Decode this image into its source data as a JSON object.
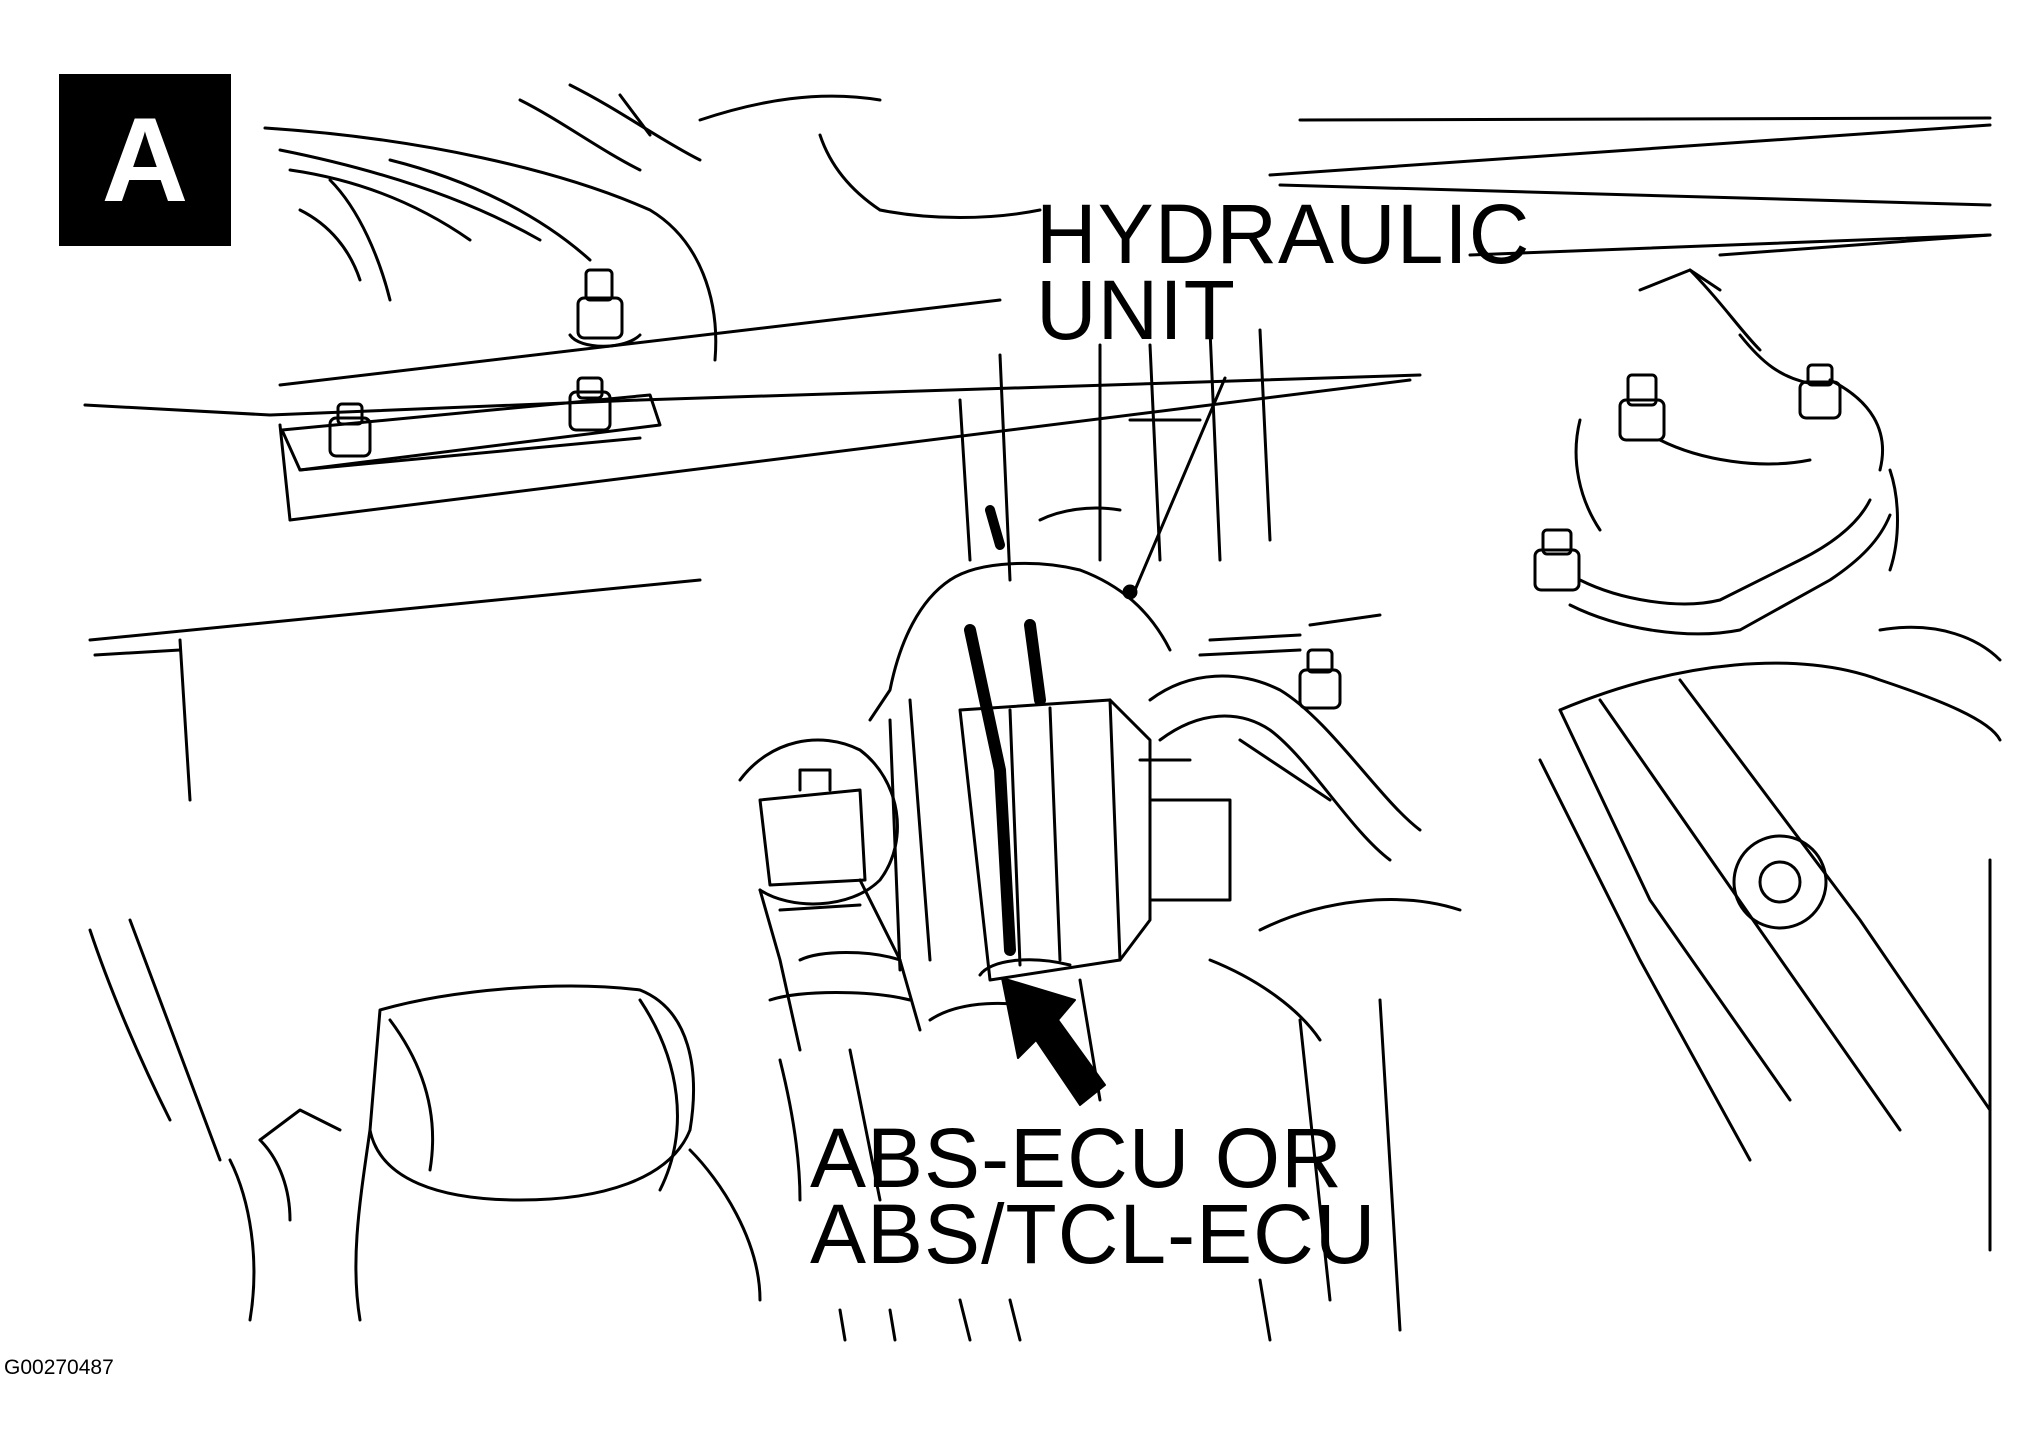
{
  "figure": {
    "panel_letter": "A",
    "figure_code": "G00270487"
  },
  "callouts": {
    "hydraulic_unit": {
      "line1": "HYDRAULIC",
      "line2": "UNIT"
    },
    "ecu": {
      "line1": "ABS-ECU OR",
      "line2": "ABS/TCL-ECU"
    }
  },
  "colors": {
    "ink": "#000000",
    "paper": "#ffffff"
  }
}
